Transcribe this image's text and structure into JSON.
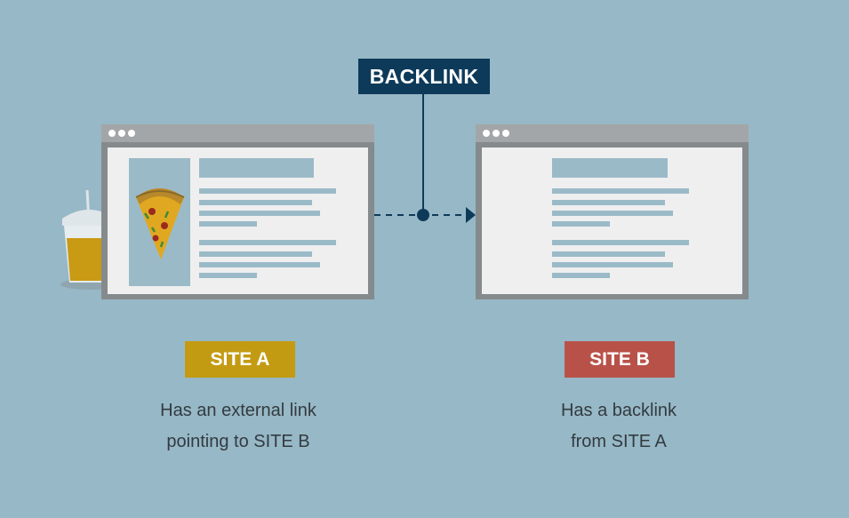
{
  "backlink": {
    "label": "BACKLINK"
  },
  "site_a": {
    "label": "SITE A",
    "caption_line1": "Has an external link",
    "caption_line2": "pointing to SITE B",
    "color": "#c39b13"
  },
  "site_b": {
    "label": "SITE B",
    "caption_line1": "Has a backlink",
    "caption_line2": "from SITE A",
    "color": "#b85249"
  },
  "colors": {
    "background": "#97b8c6",
    "backlink_label": "#0e3a5a",
    "browser_frame": "#858a8c",
    "placeholder": "#9bbac8"
  },
  "icons": [
    "pizza-slice-icon",
    "juice-cup-icon",
    "arrow-right-icon"
  ]
}
